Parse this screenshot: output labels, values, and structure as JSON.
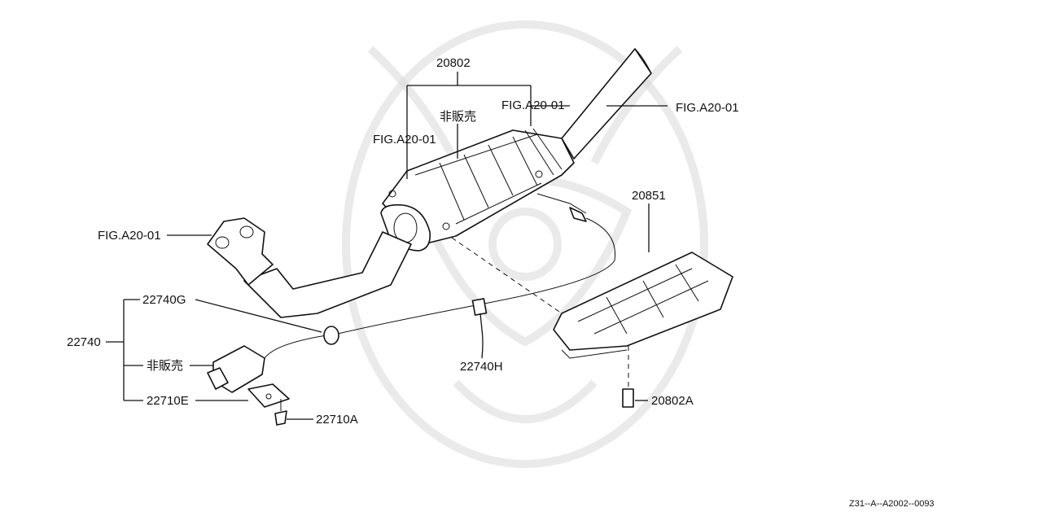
{
  "labels": {
    "p20802": "20802",
    "hihanbai_top": "非販売",
    "fig_top_center": "FIG.A20-01",
    "fig_top_right": "FIG.A20-01",
    "fig_right": "FIG.A20-01",
    "fig_left": "FIG.A20-01",
    "p20851": "20851",
    "p22740G": "22740G",
    "p22740": "22740",
    "hihanbai_left": "非販売",
    "p22710E": "22710E",
    "p22710A": "22710A",
    "p22740H": "22740H",
    "p20802A": "20802A"
  },
  "footer": {
    "ref_code": "Z31--A--A2002--0093"
  },
  "colors": {
    "line": "#111111",
    "watermark": "#d8d8d8",
    "background": "#ffffff"
  }
}
